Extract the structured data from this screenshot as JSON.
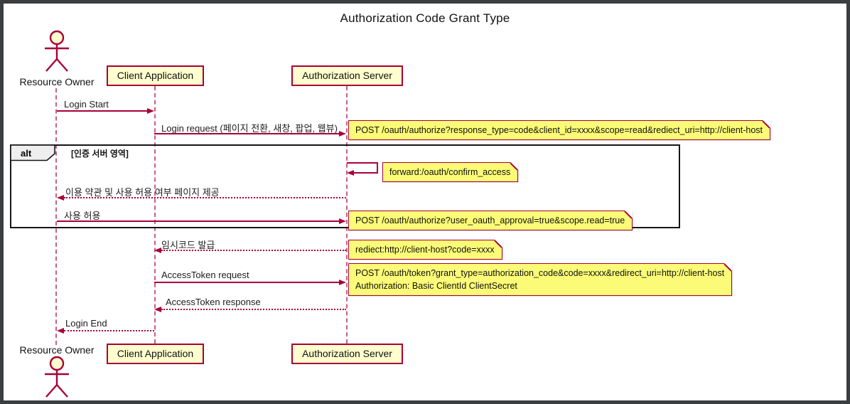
{
  "title": "Authorization Code Grant Type",
  "colors": {
    "accent": "#A80036",
    "participant_fill": "#FEFECE",
    "note_fill": "#FBFB77",
    "frame_border": "#161616",
    "alt_label_fill": "#EEEEEE",
    "page_border": "#3A3E40"
  },
  "actors": {
    "resource_owner": "Resource Owner",
    "client_application": "Client Application",
    "authorization_server": "Authorization Server"
  },
  "alt_frame": {
    "operator": "alt",
    "guard": "[인증 서버 영역]"
  },
  "messages": {
    "login_start": "Login Start",
    "login_request": "Login request (페이지 전환, 새창, 팝업, 웹뷰)",
    "terms_page": "이용 약관 및 사용 허용 여부 페이지 제공",
    "approve_use": "사용 허용",
    "temp_code": "임시코드 발급",
    "access_token_request": "AccessToken request",
    "access_token_response": "AccessToken response",
    "login_end": "Login End"
  },
  "notes": {
    "authorize_request": "POST /oauth/authorize?response_type=code&client_id=xxxx&scope=read&rediect_uri=http://client-host",
    "confirm_access": "forward:/oauth/confirm_access",
    "approval": "POST /oauth/authorize?user_oauth_approval=true&scope.read=true",
    "redirect_code": "rediect:http://client-host?code=xxxx",
    "token_request_line1": "POST /oauth/token?grant_type=authorization_code&code=xxxx&redirect_uri=http://client-host",
    "token_request_line2": "Authorization: Basic ClientId ClientSecret"
  }
}
